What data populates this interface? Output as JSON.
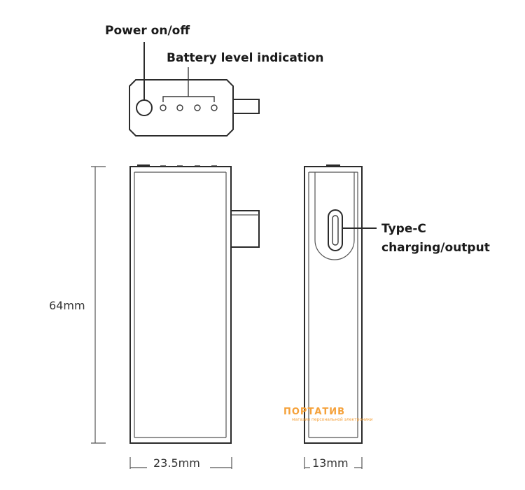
{
  "labels": {
    "power": "Power on/off",
    "battery": "Battery level indication",
    "typec_line1": "Type-C",
    "typec_line2": "charging/output"
  },
  "dimensions": {
    "height": "64mm",
    "width": "23.5mm",
    "depth": "13mm"
  },
  "watermark": {
    "title": "ПОРТАТИВ",
    "subtitle": "магазин персональной электроники"
  },
  "colors": {
    "line": "#2b2b2b",
    "watermark": "#f5a13a"
  }
}
